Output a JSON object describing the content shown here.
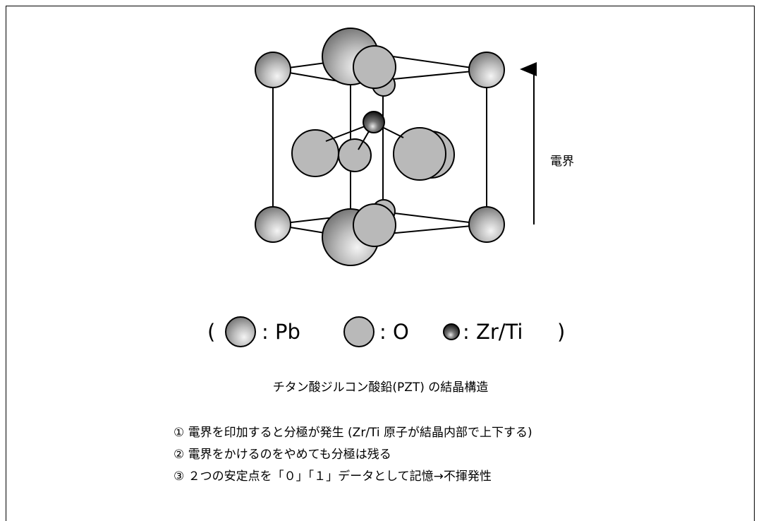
{
  "field_label": "電界",
  "legend": {
    "open_paren": "(",
    "pb_label": ": Pb",
    "o_label": ": O",
    "zrti_label": ": Zr/Ti",
    "close_paren": ")"
  },
  "caption": "チタン酸ジルコン酸鉛(PZT) の結晶構造",
  "notes": [
    "① 電界を印加すると分極が発生 (Zr/Ti 原子が結晶内部で上下する)",
    "② 電界をかけるのをやめても分極は残る",
    "③ ２つの安定点を「０」「１」データとして記憶→不揮発性"
  ],
  "colors": {
    "pb_fill": "#a8a8a8",
    "o_fill": "#b9b9b9",
    "zrti_fill": "#2a2a2a",
    "line": "#000000"
  },
  "icons": {
    "pb": "pb-atom-icon",
    "o": "o-atom-icon",
    "zrti": "zrti-atom-icon",
    "field": "field-arrow-icon"
  }
}
